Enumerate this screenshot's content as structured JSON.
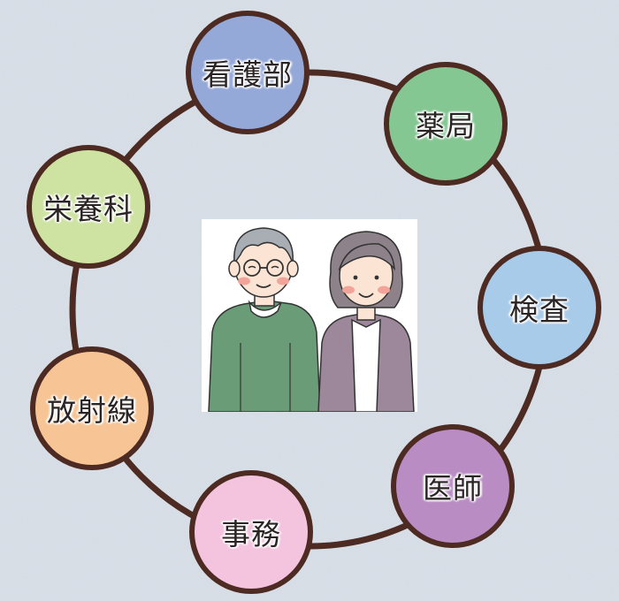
{
  "departments": [
    {
      "label": "看護部",
      "color": "#95a9d9"
    },
    {
      "label": "薬局",
      "color": "#85c793"
    },
    {
      "label": "検査",
      "color": "#a9cbea"
    },
    {
      "label": "医師",
      "color": "#b98cc3"
    },
    {
      "label": "事務",
      "color": "#f4c3de"
    },
    {
      "label": "放射線",
      "color": "#f7c595"
    },
    {
      "label": "栄養科",
      "color": "#cee3a2"
    }
  ],
  "colors": {
    "background": "#d3dae3",
    "ring": "#4d2a22",
    "outline": "#4d2a22"
  },
  "illustration": {
    "subject": "elderly-couple",
    "man_sweater": "#6b9c78",
    "woman_cardigan": "#9d879b"
  }
}
